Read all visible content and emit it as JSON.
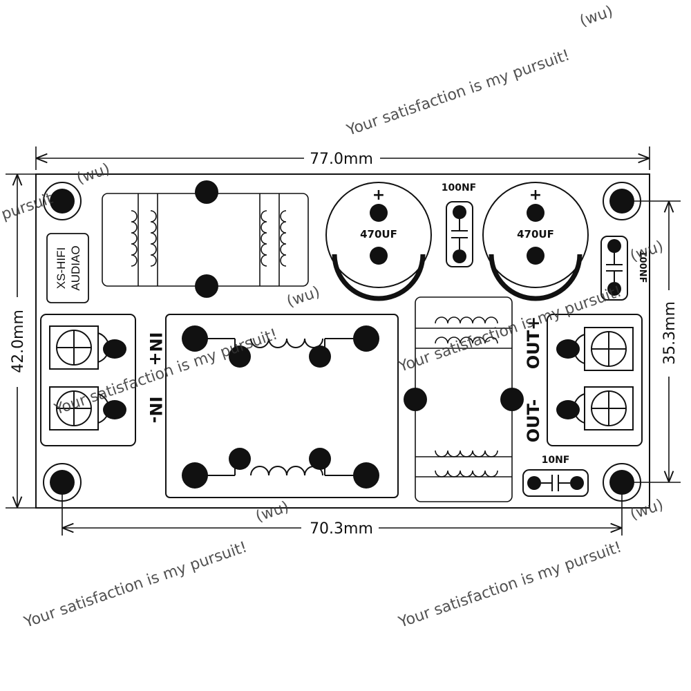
{
  "dimensions": {
    "width_total": "77.0mm",
    "width_holes": "70.3mm",
    "height_total": "42.0mm",
    "height_holes": "35.3mm"
  },
  "board": {
    "logo_line1": "XS-HIFI",
    "logo_line2": "AUDIAO"
  },
  "components": {
    "cap_left_polarity": "+",
    "cap_left_value": "470UF",
    "cap_right_polarity": "+",
    "cap_right_value": "470UF",
    "cap_center_value": "100NF",
    "cap_side_value": "100NF",
    "cap_bottom_value": "10NF"
  },
  "terminals": {
    "in_plus": "IN+",
    "in_minus": "IN-",
    "out_plus": "OUT+",
    "out_minus": "OUT-"
  },
  "watermarks": {
    "slogan": "Your satisfaction is my pursuit!",
    "tag": "(wu)",
    "fragment": "pursuit"
  },
  "colors": {
    "ink": "#111111",
    "paper": "#ffffff"
  }
}
